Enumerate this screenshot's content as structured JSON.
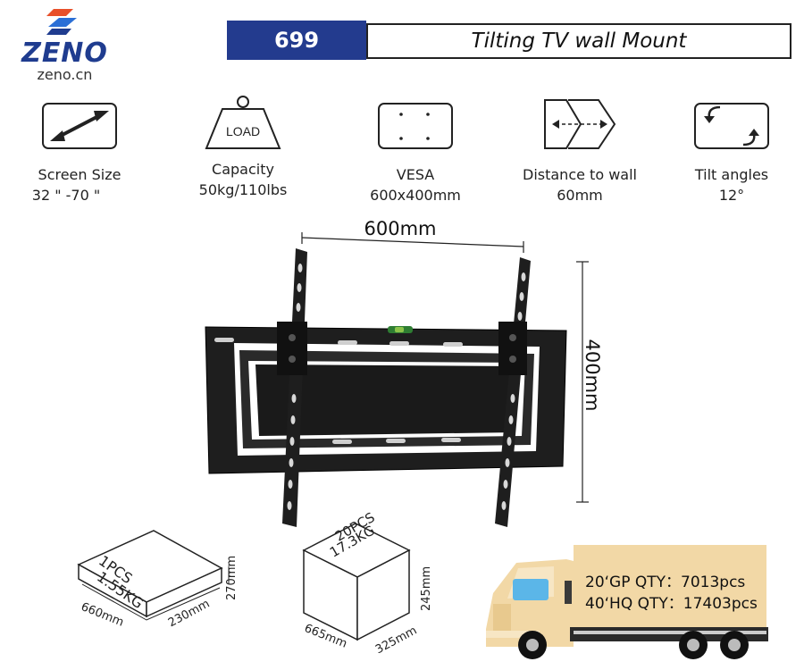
{
  "brand": {
    "name": "ZENO",
    "url": "zeno.cn",
    "color": "#1f3c8f",
    "accent": "#e8502a"
  },
  "header": {
    "model": "699",
    "title": "Tilting TV wall Mount",
    "model_bg": "#233b8e"
  },
  "specs": [
    {
      "icon": "arrows-diagonal-icon",
      "label": "Screen Size",
      "value": "32 \" -70 \""
    },
    {
      "icon": "load-weight-icon",
      "label": "Capacity",
      "value": "50kg/110lbs",
      "icon_text": "LOAD"
    },
    {
      "icon": "vesa-holes-icon",
      "label": "VESA",
      "value": "600x400mm"
    },
    {
      "icon": "wall-distance-icon",
      "label": "Distance to wall",
      "value": "60mm"
    },
    {
      "icon": "tilt-arrows-icon",
      "label": "Tilt angles",
      "value": "12°"
    }
  ],
  "dimensions": {
    "width": "600mm",
    "height": "400mm"
  },
  "packages": {
    "inner": {
      "qty": "1PCS",
      "weight": "1.55KG",
      "length": "660mm",
      "width": "230mm",
      "height": "270mm"
    },
    "carton": {
      "qty": "20PCS",
      "weight": "17.3KG",
      "length": "665mm",
      "width": "325mm",
      "height": "245mm"
    }
  },
  "shipping": {
    "gp20": "20‘GP QTY：7013pcs",
    "hq40": "40‘HQ QTY：17403pcs"
  }
}
